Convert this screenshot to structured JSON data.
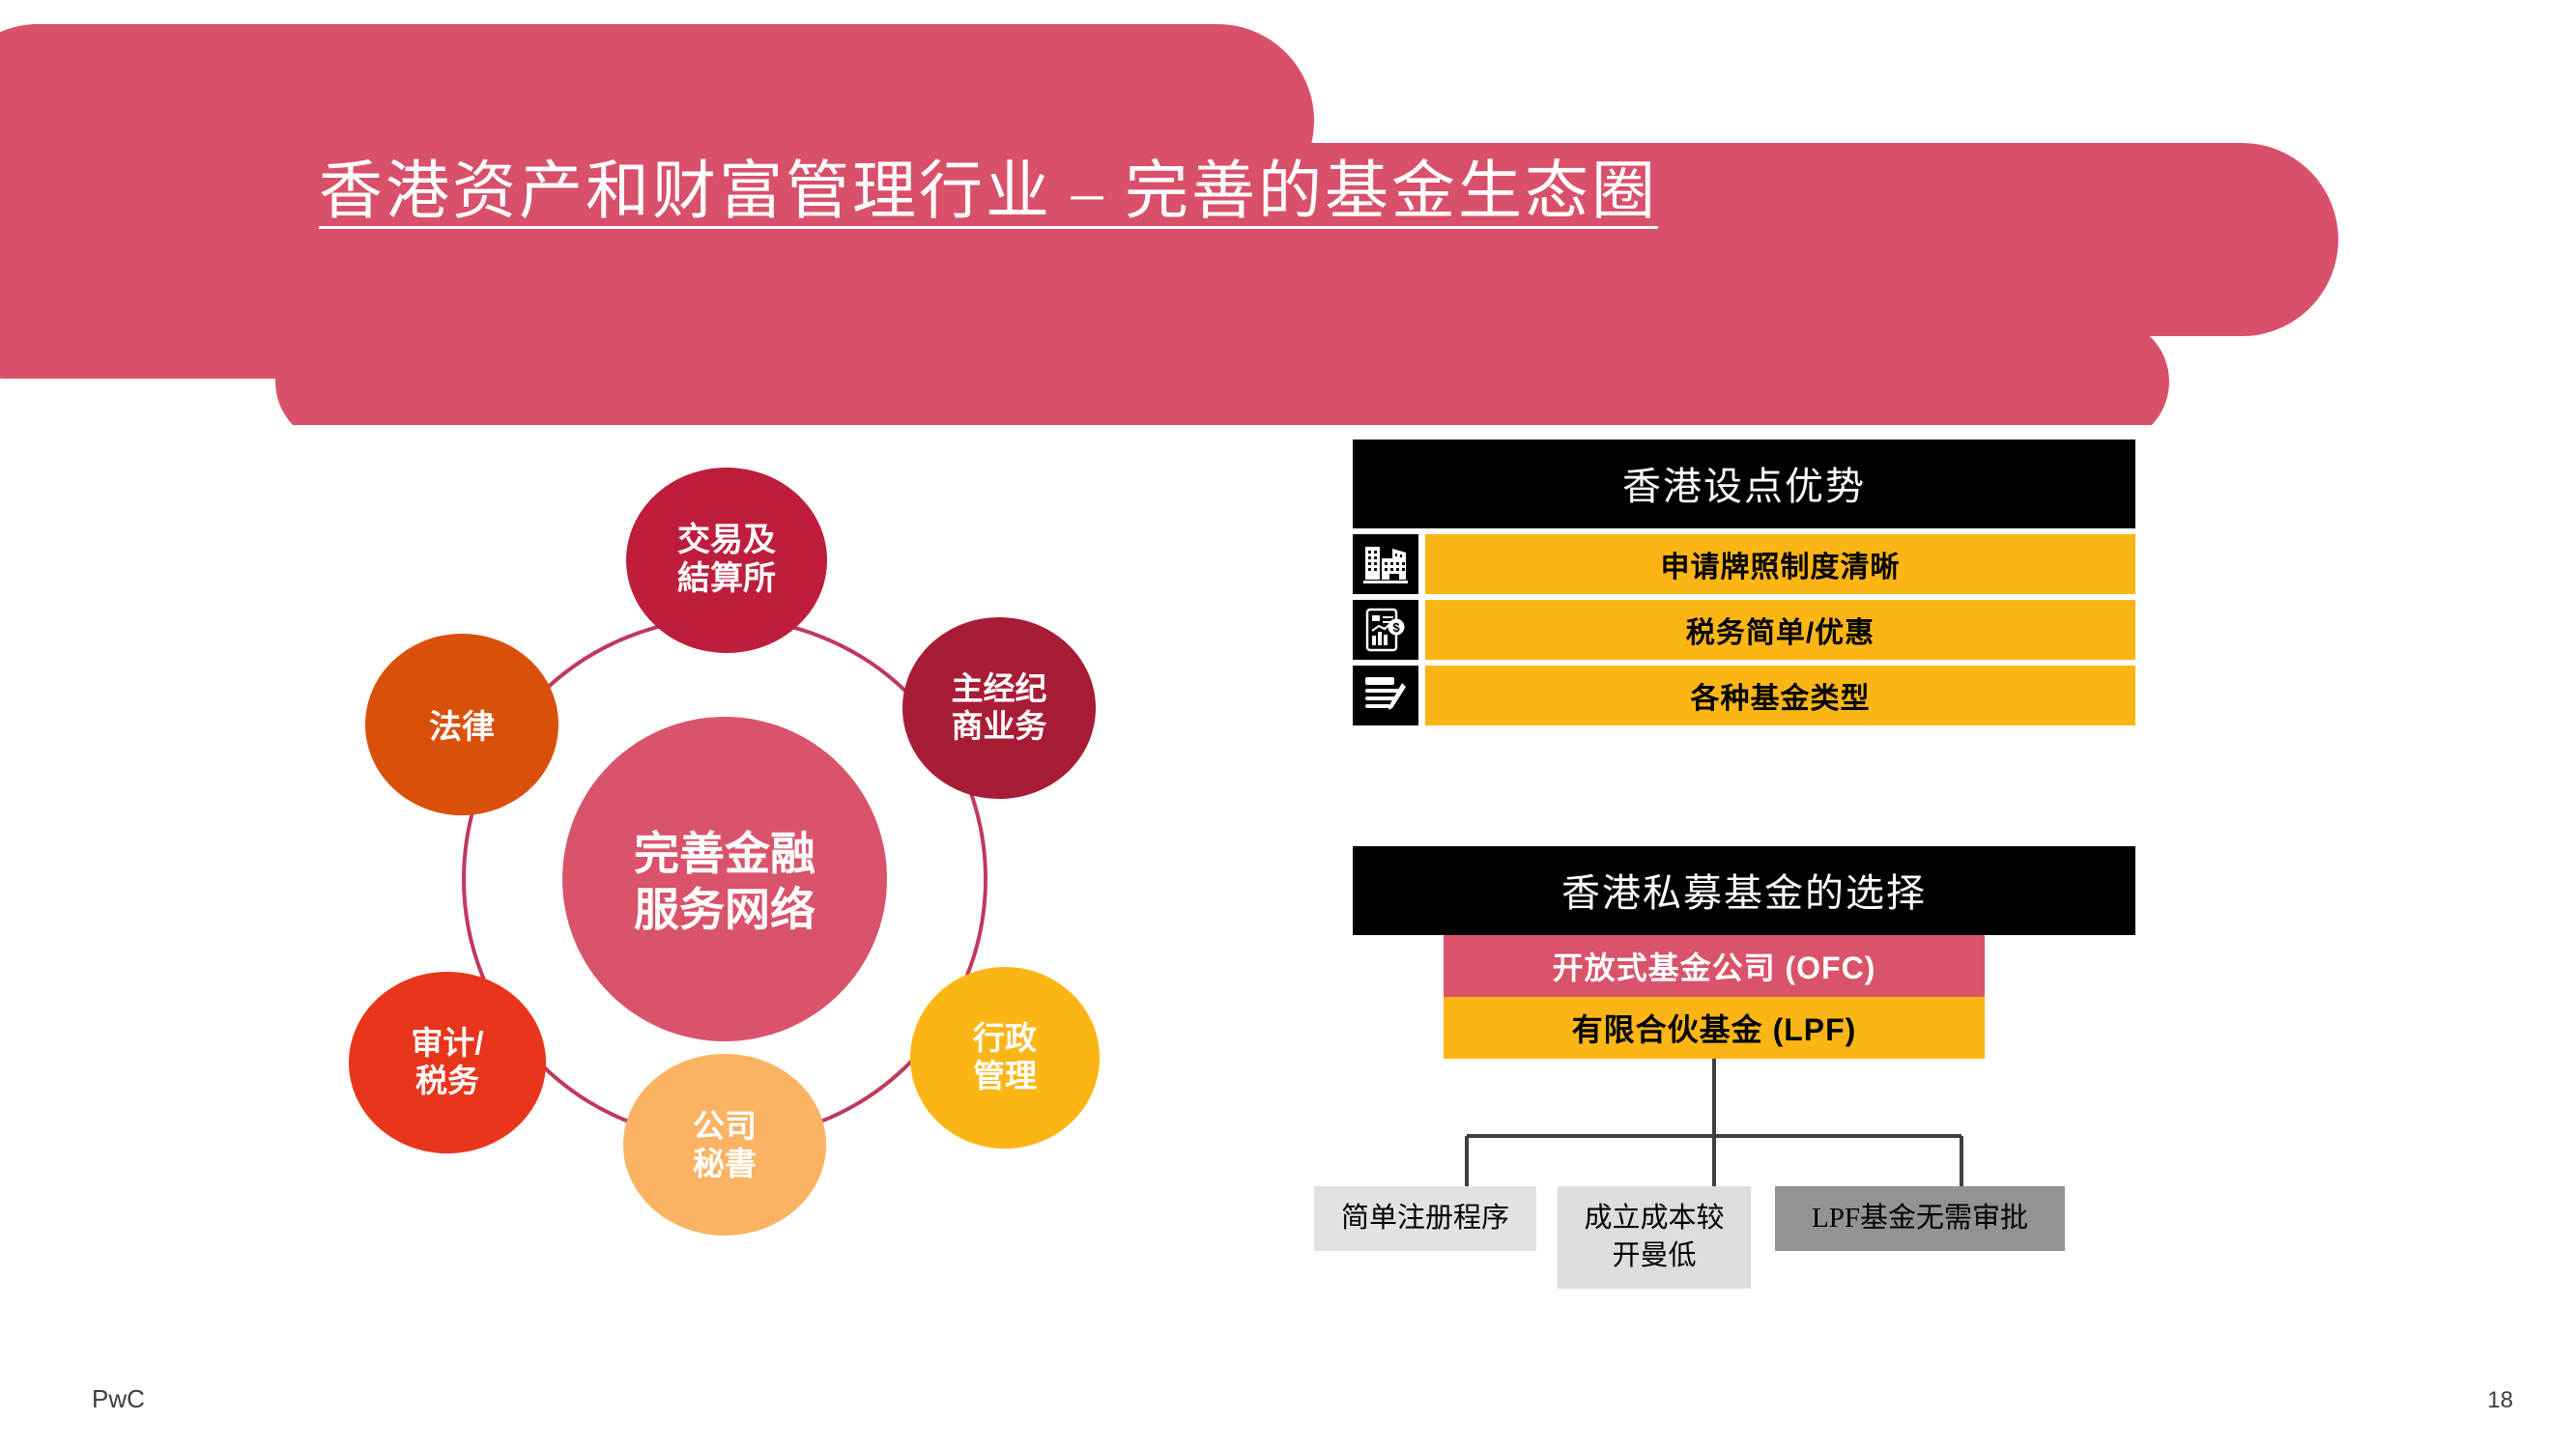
{
  "slide": {
    "title": "香港资产和财富管理行业 – 完善的基金生态圈",
    "page_number": "18",
    "brand": "PwC",
    "accent_colors": {
      "banner": "#D9506A",
      "center_circle": "#D9536B",
      "crimson": "#BE1E3C",
      "dark_orange": "#D9500B",
      "bright_red": "#E8351B",
      "amber": "#FBB615",
      "peach": "#F9B362",
      "header_black": "#000000"
    }
  },
  "ecosystem": {
    "center": {
      "label_line1": "完善金融",
      "label_line2": "服务网络",
      "color": "#D9536B"
    },
    "nodes": [
      {
        "id": "exchange-clearing",
        "line1": "交易及",
        "line2": "結算所",
        "color": "#BE1E3C"
      },
      {
        "id": "prime-brokerage",
        "line1": "主经纪",
        "line2": "商业务",
        "color": "#A81C36"
      },
      {
        "id": "administration",
        "line1": "行政",
        "line2": "管理",
        "color": "#FBB615"
      },
      {
        "id": "company-secretary",
        "line1": "公司",
        "line2": "秘書",
        "color": "#F9B362"
      },
      {
        "id": "audit-tax",
        "line1": "审计/",
        "line2": "税务",
        "color": "#E8351B"
      },
      {
        "id": "legal",
        "line1": "法律",
        "line2": "",
        "color": "#D9500B"
      }
    ]
  },
  "advantages": {
    "header": "香港设点优势",
    "rows": [
      {
        "icon": "office-buildings-icon",
        "label": "申请牌照制度清晰"
      },
      {
        "icon": "financial-report-dollar-icon",
        "label": "税务简单/优惠"
      },
      {
        "icon": "document-pen-icon",
        "label": "各种基金类型"
      }
    ]
  },
  "fund_choices": {
    "header": "香港私募基金的选择",
    "options": [
      {
        "id": "ofc",
        "label": "开放式基金公司 (OFC)"
      },
      {
        "id": "lpf",
        "label": "有限合伙基金 (LPF)"
      }
    ],
    "benefits": [
      {
        "id": "simple-registration",
        "line1": "简单注册程序",
        "line2": ""
      },
      {
        "id": "low-setup-cost",
        "line1": "成立成本较",
        "line2": "开曼低"
      },
      {
        "id": "no-approval-needed",
        "line1": "LPF基金无需审批",
        "line2": ""
      }
    ]
  }
}
